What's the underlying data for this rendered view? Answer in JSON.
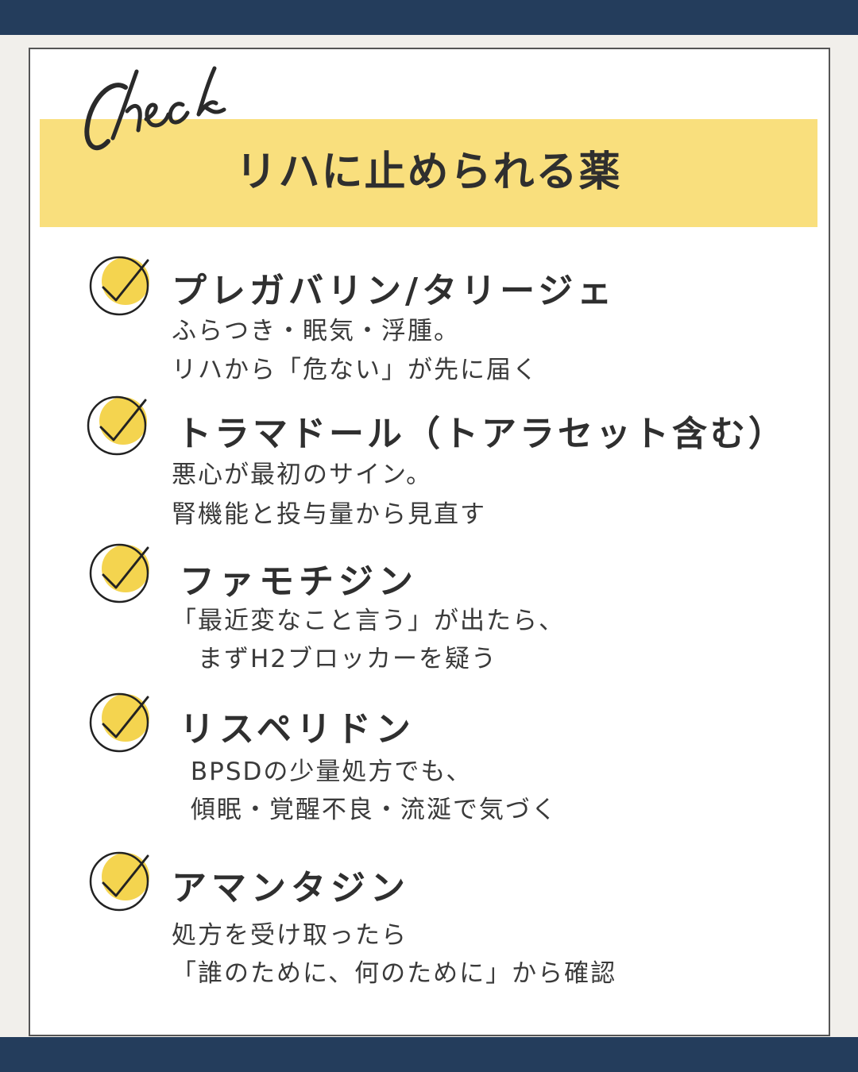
{
  "header": {
    "script_text": "Check",
    "title": "リハに止められる薬"
  },
  "colors": {
    "navy": "#243d5c",
    "accent_yellow": "#f9df7d",
    "check_yellow": "#f4d44f"
  },
  "items": [
    {
      "icon": "check-circle-icon",
      "title": "プレガバリン/タリージェ",
      "desc_line1": "ふらつき・眠気・浮腫。",
      "desc_line2": "リハから「危ない」が先に届く"
    },
    {
      "icon": "check-circle-icon",
      "title": "トラマドール（トアラセット含む）",
      "desc_line1": "悪心が最初のサイン。",
      "desc_line2": "腎機能と投与量から見直す"
    },
    {
      "icon": "check-circle-icon",
      "title": "ファモチジン",
      "desc_line1": "「最近変なこと言う」が出たら、",
      "desc_line2": "　まずH2ブロッカーを疑う"
    },
    {
      "icon": "check-circle-icon",
      "title": "リスペリドン",
      "desc_line1": " BPSDの少量処方でも、",
      "desc_line2": " 傾眠・覚醒不良・流涎で気づく"
    },
    {
      "icon": "check-circle-icon",
      "title": "アマンタジン",
      "desc_line1": "処方を受け取ったら",
      "desc_line2": "「誰のために、何のために」から確認"
    }
  ]
}
